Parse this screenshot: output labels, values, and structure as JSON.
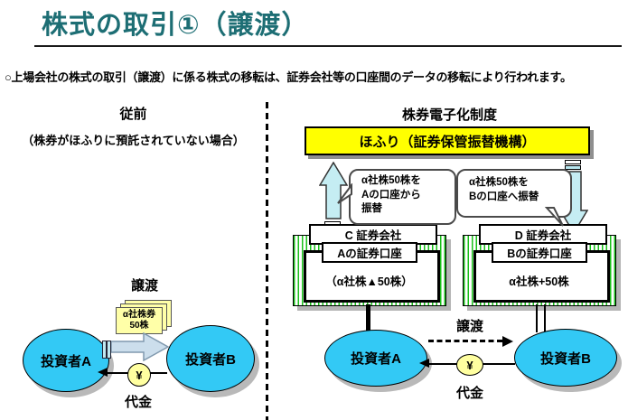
{
  "page": {
    "title": "株式の取引①（譲渡）",
    "description": "○上場会社の株式の取引（譲渡）に係る株式の移転は、証券会社等の口座間のデータの移転により行われます。"
  },
  "before": {
    "heading": "従前",
    "subheading": "（株券がほふりに預託されていない場合）",
    "transfer_label": "譲渡",
    "certificate_note": {
      "line1": "α社株券",
      "line2": "50株"
    },
    "investor_a": "投資者А",
    "investor_b": "投資者B",
    "yen_symbol": "¥",
    "payment_label": "代金"
  },
  "after": {
    "heading": "株券電子化制度",
    "hofuri_label": "ほふり（証券保管振替機構）",
    "bubble_left": {
      "line1": "α社株50株を",
      "line2": "Aの口座から",
      "line3": "振替"
    },
    "bubble_right": {
      "line1": "α社株50株を",
      "line2": "Bの口座へ振替"
    },
    "company_c": {
      "name": "C 証券会社",
      "account": "Aの証券口座",
      "balance": "（α社株▲50株）"
    },
    "company_d": {
      "name": "D 証券会社",
      "account": "Bの証券口座",
      "balance": "α社株+50株"
    },
    "transfer_label": "譲渡",
    "investor_a": "投資者A",
    "investor_b": "投資者B",
    "yen_symbol": "¥",
    "payment_label": "代金"
  },
  "icons": {
    "transfer_block_arrow": "right block arrow",
    "upload_arrow": "up block arrow",
    "download_arrow": "down block arrow",
    "certificate_stack": "stacked paper notes",
    "yen_coin": "¥"
  },
  "colors": {
    "title_teal": "#1d6e74",
    "highlight_yellow": "#ffff00",
    "note_yellow": "#ffffa8",
    "investor_cyan": "#33c9f5",
    "stripe_green": "#18c018",
    "arrow_blue": "#ccdeec",
    "arrow_cyan": "#c5edf3"
  }
}
